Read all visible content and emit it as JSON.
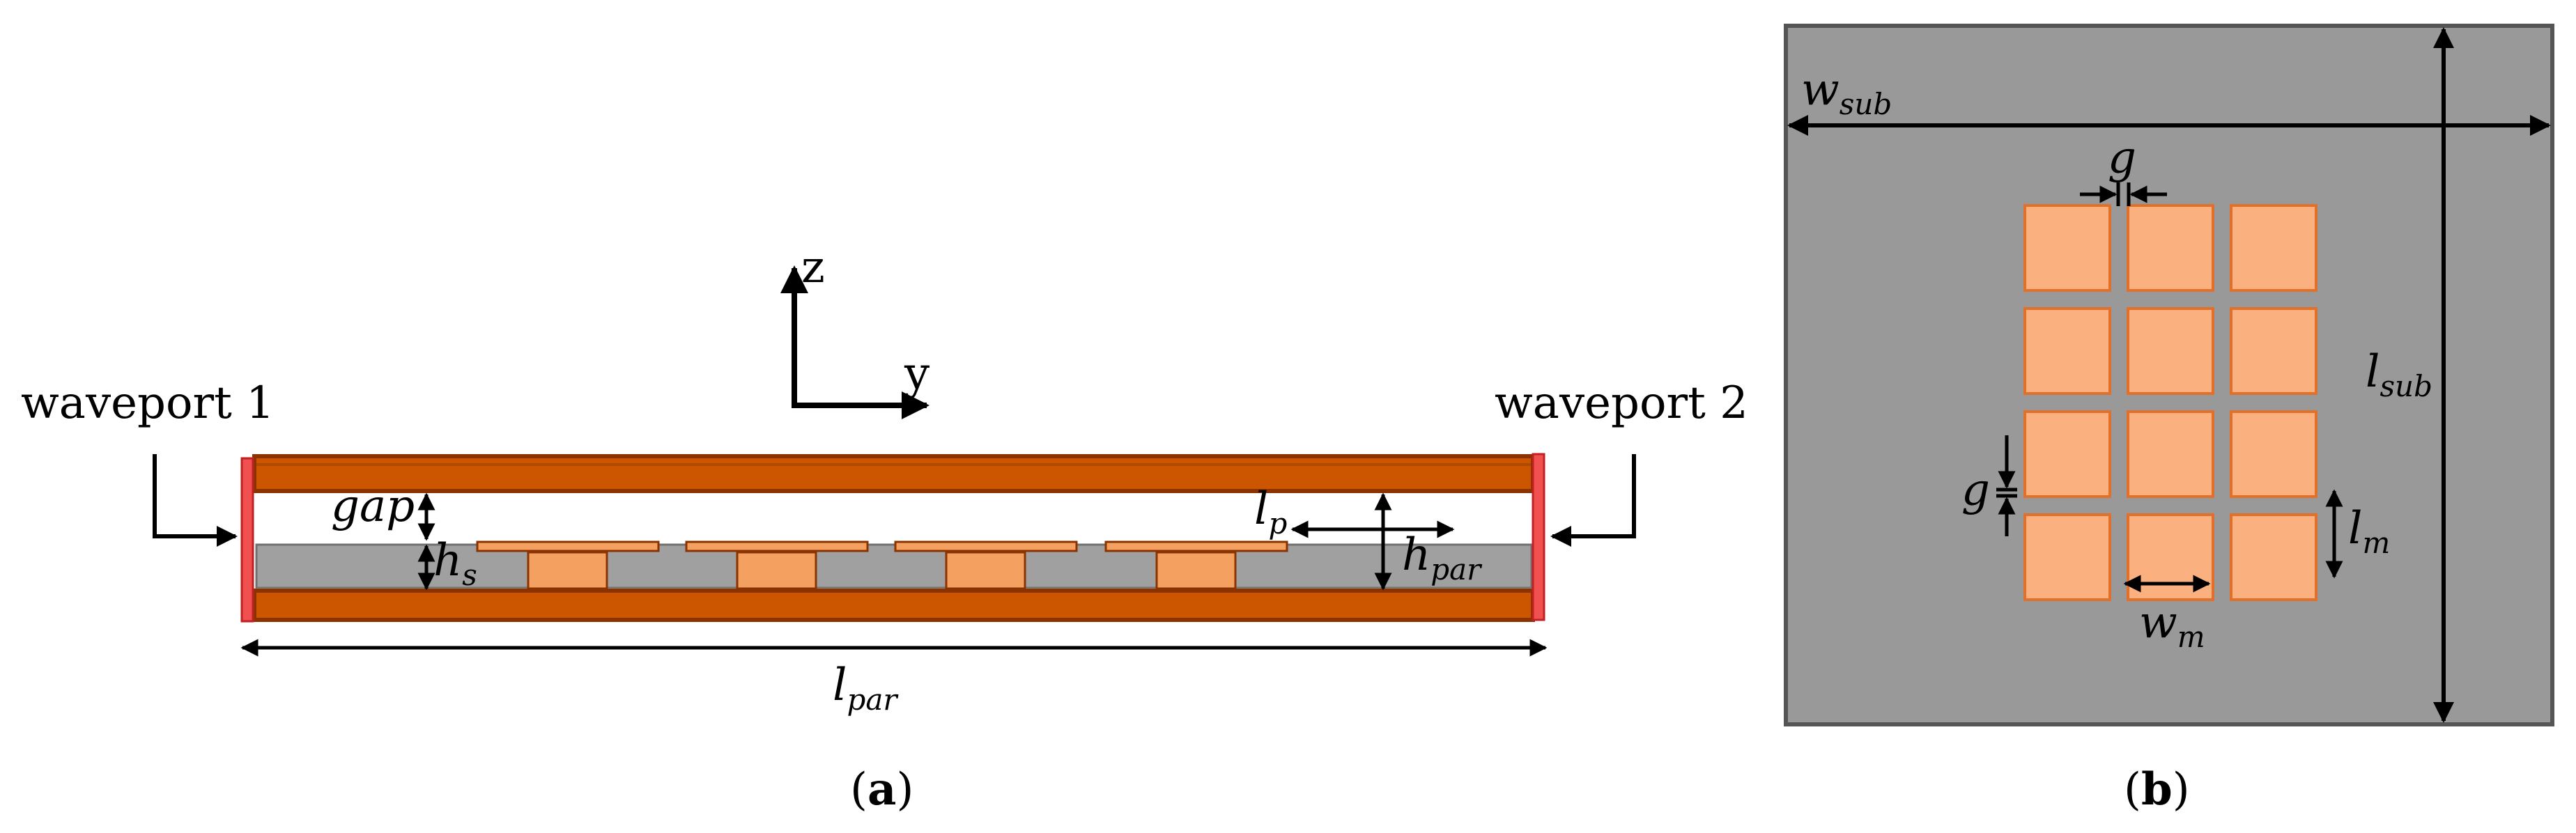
{
  "panel_a": {
    "caption": "(a)",
    "caption_open": "(",
    "caption_letter": "a",
    "caption_close": ")",
    "waveport_left": "waveport 1",
    "waveport_right": "waveport 2",
    "axis_z": "z",
    "axis_y": "y",
    "gap_label": "gap",
    "hs_base": "h",
    "hs_sub": "s",
    "lp_base": "l",
    "lp_sub": "p",
    "hpar_base": "h",
    "hpar_sub": "par",
    "lpar_base": "l",
    "lpar_sub": "par",
    "colors": {
      "plate": "#cc5500",
      "plate_edge": "#8b3300",
      "port": "#f05050",
      "substrate": "#a0a0a0",
      "patch": "#f4a060"
    }
  },
  "panel_b": {
    "caption": "(b)",
    "caption_open": "(",
    "caption_letter": "b",
    "caption_close": ")",
    "wsub_base": "w",
    "wsub_sub": "sub",
    "lsub_base": "l",
    "lsub_sub": "sub",
    "g_top": "g",
    "g_left": "g",
    "lm_base": "l",
    "lm_sub": "m",
    "wm_base": "w",
    "wm_sub": "m",
    "rows": 4,
    "cols": 3,
    "colors": {
      "substrate": "#999999",
      "patch": "#fbb07f",
      "patch_edge": "#e0702a"
    }
  }
}
